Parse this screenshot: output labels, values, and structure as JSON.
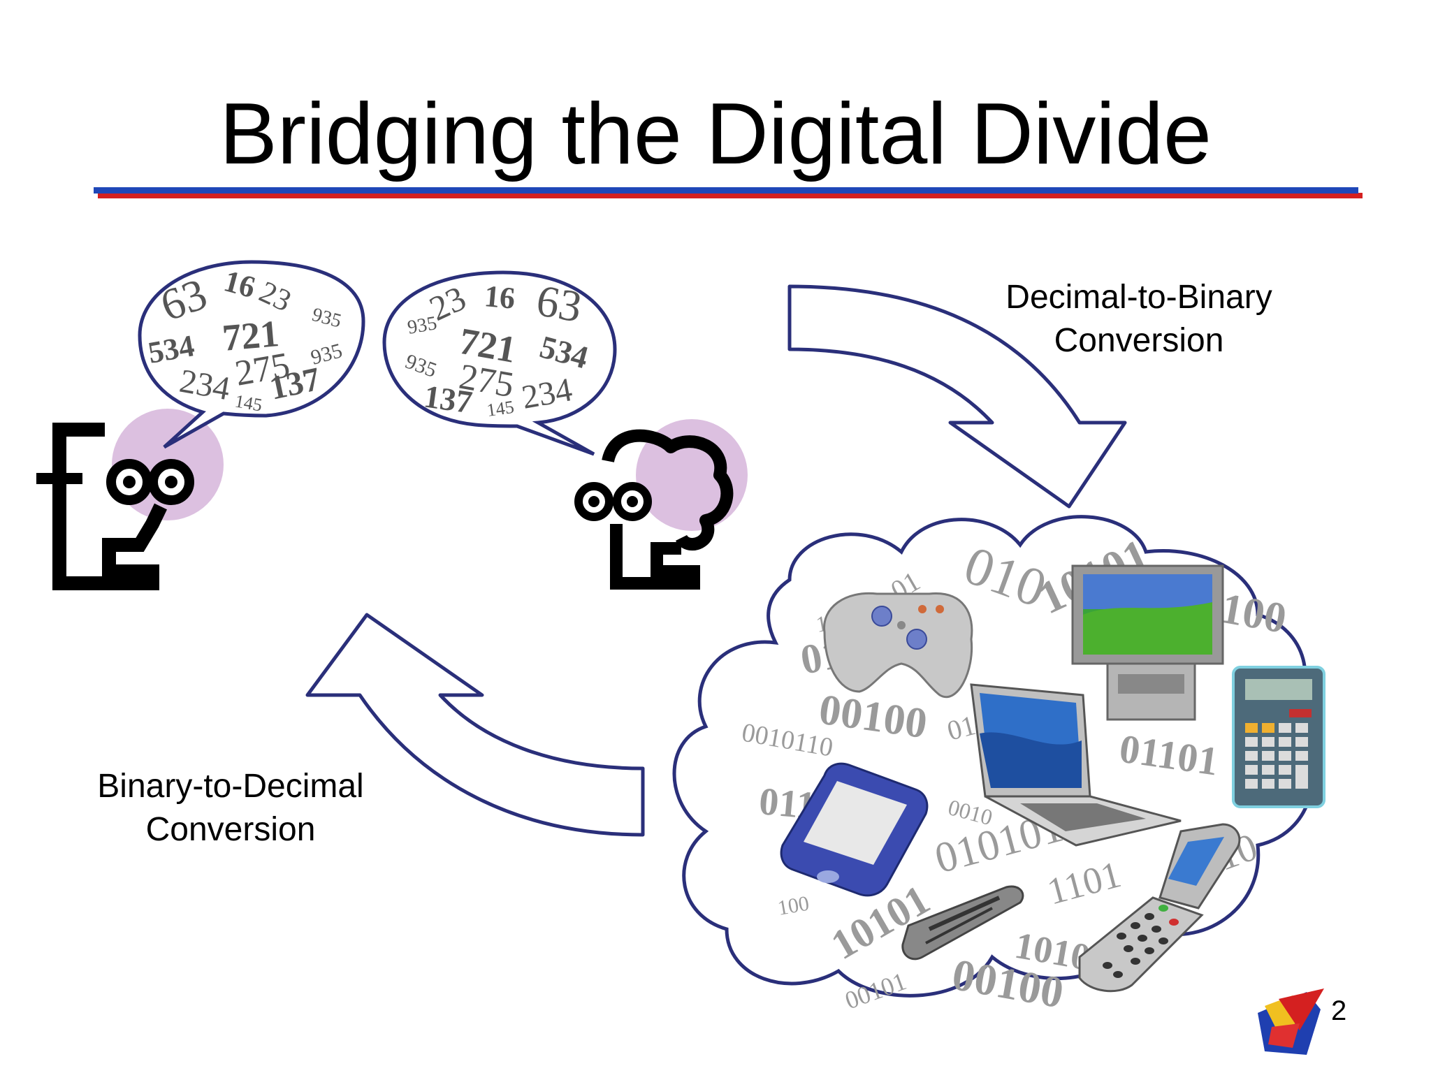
{
  "slide": {
    "title": "Bridging the Digital Divide",
    "labels": {
      "dec_to_bin_line1": "Decimal-to-Binary",
      "dec_to_bin_line2": "Conversion",
      "bin_to_dec_line1": "Binary-to-Decimal",
      "bin_to_dec_line2": "Conversion"
    },
    "page_number": "2"
  },
  "bubble_left_numbers": [
    "63",
    "16",
    "23",
    "935",
    "534",
    "721",
    "935",
    "234",
    "275",
    "145",
    "137"
  ],
  "bubble_right_numbers": [
    "23",
    "16",
    "63",
    "935",
    "721",
    "534",
    "935",
    "275",
    "137",
    "145",
    "234"
  ],
  "cloud_binary": [
    "010",
    "1001",
    "01",
    "10101",
    "100",
    "0110",
    "00100",
    "0010110",
    "01101",
    "011",
    "0010",
    "0101011",
    "1101",
    "100",
    "0110",
    "10101",
    "1010",
    "00101",
    "00100",
    "01101",
    "011"
  ],
  "colors": {
    "title_rule_blue": "#1f47b8",
    "title_rule_red": "#d42020",
    "outline": "#2a2f7a",
    "head_circle": "#dcc0e0",
    "binary_text": "#9a9a9a"
  },
  "icons": [
    "man-head-icon",
    "woman-head-icon",
    "game-controller-icon",
    "flat-tv-icon",
    "laptop-icon",
    "calculator-icon",
    "pda-icon",
    "remote-control-icon",
    "flip-phone-icon",
    "logo-icon"
  ]
}
